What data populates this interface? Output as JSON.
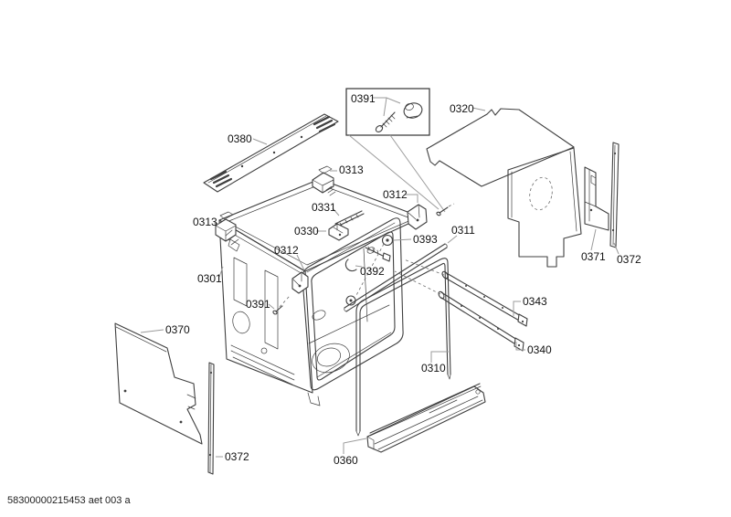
{
  "diagram": {
    "type": "exploded-parts-diagram",
    "footer_code": "58300000215453 aet 003 a",
    "colors": {
      "background": "#ffffff",
      "part_line": "#3f3f3f",
      "leader_line": "#9b9b9b",
      "label_text": "#111111"
    },
    "callouts": [
      {
        "part": "0380"
      },
      {
        "part": "0391"
      },
      {
        "part": "0320"
      },
      {
        "part": "0313"
      },
      {
        "part": "0312"
      },
      {
        "part": "0331"
      },
      {
        "part": "0330"
      },
      {
        "part": "0311"
      },
      {
        "part": "0393"
      },
      {
        "part": "0313"
      },
      {
        "part": "0312"
      },
      {
        "part": "0301"
      },
      {
        "part": "0392"
      },
      {
        "part": "0391"
      },
      {
        "part": "0370"
      },
      {
        "part": "0343"
      },
      {
        "part": "0340"
      },
      {
        "part": "0310"
      },
      {
        "part": "0371"
      },
      {
        "part": "0372"
      },
      {
        "part": "0372"
      },
      {
        "part": "0360"
      }
    ]
  }
}
